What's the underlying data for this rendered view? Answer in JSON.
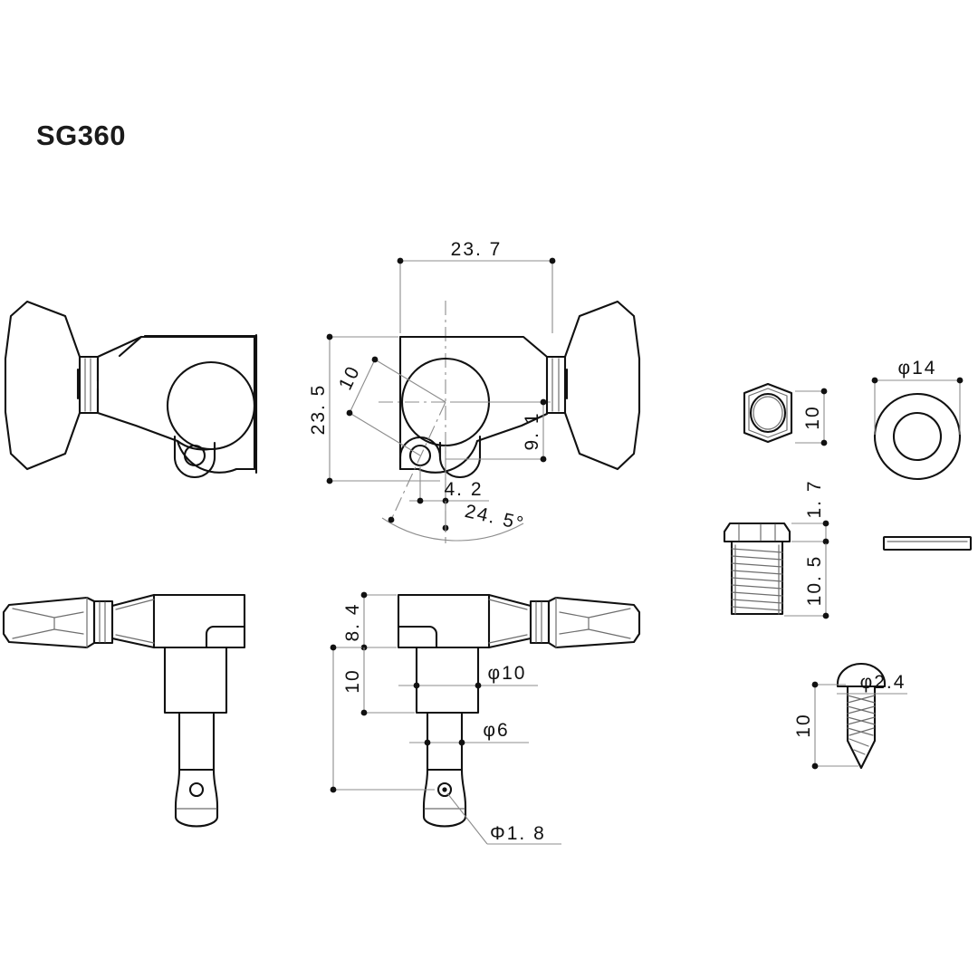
{
  "drawing": {
    "title": "SG360",
    "type": "technical-drawing",
    "subject": "guitar machine head / tuning peg",
    "units": "mm",
    "line_color": "#111111",
    "dim_color": "#8d8d8d",
    "background": "#ffffff"
  },
  "views": {
    "top_left": {
      "name": "left-hand tuner top view"
    },
    "top_middle": {
      "name": "right-hand tuner top view with dimensions"
    },
    "bottom_left": {
      "name": "left-hand tuner side view"
    },
    "bottom_middle": {
      "name": "right-hand tuner side view with dimensions"
    },
    "hex_nut": {
      "name": "hex nut face view"
    },
    "washer": {
      "name": "washer face view"
    },
    "bushing": {
      "name": "threaded bushing side view"
    },
    "spacer": {
      "name": "flat washer side view"
    },
    "screw": {
      "name": "mounting screw side view"
    }
  },
  "dimensions": {
    "overall_width": "23. 7",
    "overall_height": "23. 5",
    "screw_hole_radius": "10",
    "knob_center_offset": "9. 1",
    "screw_hole_offset": "4. 2",
    "screw_hole_angle": "24. 5°",
    "housing_height": "8. 4",
    "post_collar_height": "10",
    "post_collar_dia": "φ10",
    "post_dia": "φ6",
    "string_hole_dia": "Φ1. 8",
    "nut_across_flats": "10",
    "washer_dia": "φ14",
    "bushing_flange_thickness": "1. 7",
    "bushing_thread_length": "10. 5",
    "screw_length": "10",
    "screw_dia": "φ2.4"
  }
}
